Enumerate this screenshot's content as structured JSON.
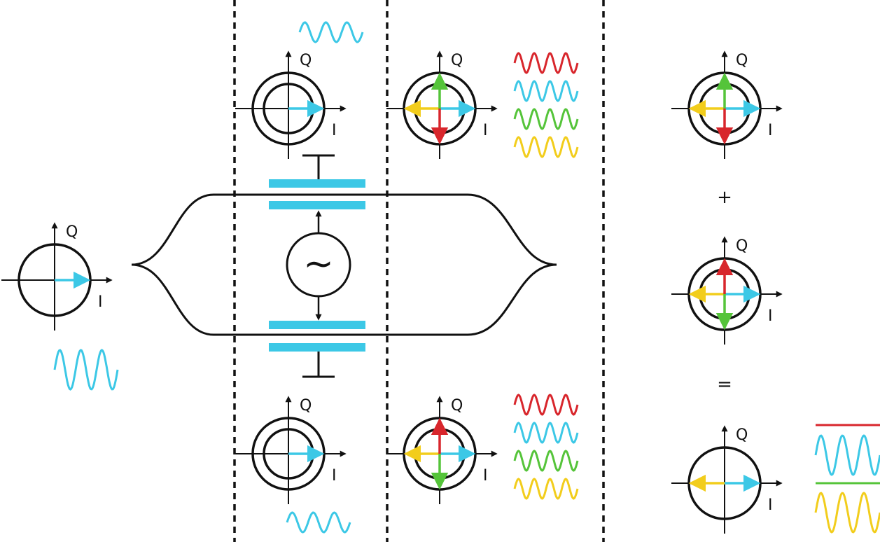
{
  "colors": {
    "cyan": "#3cc8e6",
    "red": "#d8262c",
    "green": "#55c43a",
    "yellow": "#f2cd1c",
    "black": "#111111"
  },
  "axis_labels": {
    "q": "Q",
    "i": "I"
  },
  "operators": {
    "plus": "+",
    "equals": "="
  },
  "modulator_symbol": "~",
  "phasor_diagrams": [
    {
      "id": "input",
      "rings": 1,
      "arrows": [
        "cyan-right"
      ]
    },
    {
      "id": "upper-after-phase",
      "rings": 2,
      "arrows": [
        "cyan-right"
      ]
    },
    {
      "id": "upper-sidebands",
      "rings": 2,
      "arrows": [
        "cyan-right",
        "yellow-left",
        "green-up",
        "red-down"
      ]
    },
    {
      "id": "lower-after-phase",
      "rings": 2,
      "arrows": [
        "cyan-right"
      ]
    },
    {
      "id": "lower-sidebands",
      "rings": 2,
      "arrows": [
        "cyan-right",
        "yellow-left",
        "red-up",
        "green-down"
      ]
    },
    {
      "id": "sum-term-1",
      "rings": 2,
      "arrows": [
        "cyan-right",
        "yellow-left",
        "green-up",
        "red-down"
      ]
    },
    {
      "id": "sum-term-2",
      "rings": 2,
      "arrows": [
        "cyan-right",
        "yellow-left",
        "red-up",
        "green-down"
      ]
    },
    {
      "id": "result",
      "rings": 1,
      "arrows": [
        "cyan-right",
        "yellow-left"
      ]
    }
  ],
  "waveform_stacks": [
    {
      "id": "upper-sidebands",
      "colors": [
        "red",
        "cyan",
        "green",
        "yellow"
      ]
    },
    {
      "id": "lower-sidebands",
      "colors": [
        "red",
        "cyan",
        "green",
        "yellow"
      ]
    },
    {
      "id": "result",
      "colors": [
        "red-flat",
        "cyan",
        "green-flat",
        "yellow"
      ]
    }
  ]
}
